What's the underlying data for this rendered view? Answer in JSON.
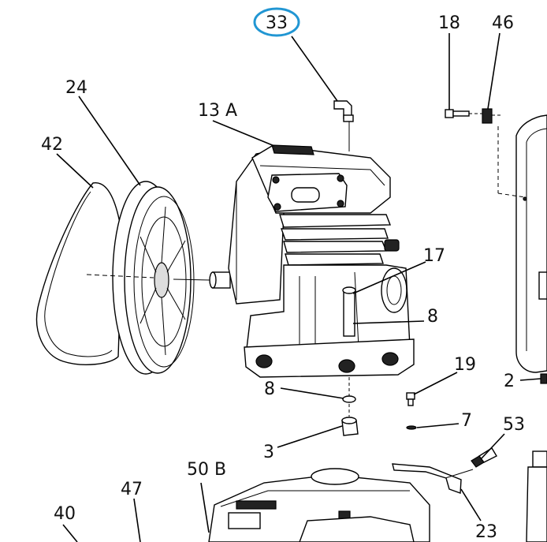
{
  "callouts": [
    {
      "id": "33",
      "text": "33",
      "highlighted": true
    },
    {
      "id": "18",
      "text": "18"
    },
    {
      "id": "46",
      "text": "46"
    },
    {
      "id": "24",
      "text": "24"
    },
    {
      "id": "13A",
      "text": "13 A"
    },
    {
      "id": "42",
      "text": "42"
    },
    {
      "id": "17",
      "text": "17"
    },
    {
      "id": "8a",
      "text": "8"
    },
    {
      "id": "19",
      "text": "19"
    },
    {
      "id": "2",
      "text": "2"
    },
    {
      "id": "8b",
      "text": "8"
    },
    {
      "id": "7",
      "text": "7"
    },
    {
      "id": "53",
      "text": "53"
    },
    {
      "id": "3",
      "text": "3"
    },
    {
      "id": "50B",
      "text": "50 B"
    },
    {
      "id": "47",
      "text": "47"
    },
    {
      "id": "40",
      "text": "40"
    },
    {
      "id": "23",
      "text": "23"
    }
  ],
  "colors": {
    "highlight": "#2196d3",
    "line": "#000000",
    "background": "#ffffff"
  }
}
